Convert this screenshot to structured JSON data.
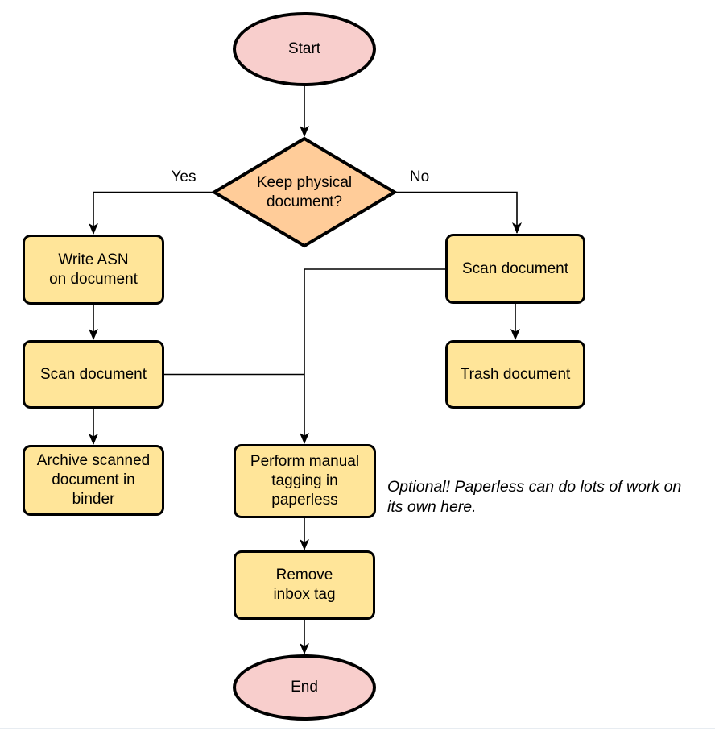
{
  "colors": {
    "page_bg": "#ffffff",
    "shape_stroke": "#000000",
    "text": "#000000",
    "terminal_fill": "#f8cecc",
    "decision_fill": "#ffcc99",
    "process_fill": "#ffe599",
    "bottom_rule": "#e7ecf1"
  },
  "flowchart": {
    "nodes": {
      "start": "Start",
      "decision": "Keep physical\ndocument?",
      "write_asn": "Write ASN\non document",
      "scan_left": "Scan document",
      "archive": "Archive scanned\ndocument in\nbinder",
      "scan_right": "Scan document",
      "trash": "Trash document",
      "perform_tagging": "Perform manual\ntagging in\npaperless",
      "remove_inbox": "Remove\ninbox tag",
      "end": "End"
    },
    "edge_labels": {
      "yes": "Yes",
      "no": "No"
    },
    "note": "Optional! Paperless can do lots of work on\nits own here."
  }
}
